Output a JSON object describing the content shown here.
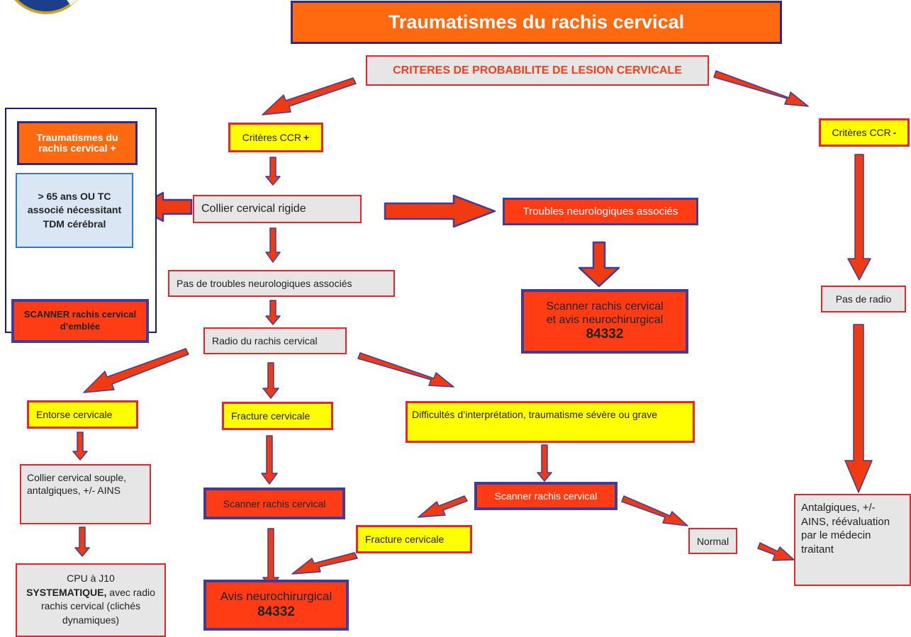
{
  "title": "Traumatismes du rachis cervical",
  "criteres": "CRITERES DE PROBABILITE DE LESION CERVICALE",
  "ccr_plus": {
    "text": "Critères CCR ",
    "sign": "+"
  },
  "ccr_minus": {
    "text": "Critères CCR ",
    "sign": "-"
  },
  "collier_rigide": "Collier cervical rigide",
  "troubles_associes": "Troubles neurologiques associés",
  "scanner_avis": {
    "line1": "Scanner rachis cervical",
    "line2": "et avis neurochirurgical",
    "code": "84332"
  },
  "pas_troubles": "Pas de troubles neurologiques associés",
  "radio": "Radio du rachis cervical",
  "entorse": "Entorse cervicale",
  "fracture1": "Fracture cervicale",
  "difficultes": "Difficultés d’interprétation, traumatisme sévère ou grave",
  "collier_souple": "Collier cervical souple, antalgiques, +/- AINS",
  "cpu": {
    "line1": "CPU à J10",
    "bold": "SYSTEMATIQUE,",
    "rest": " avec radio rachis cervical (clichés dynamiques)"
  },
  "scanner_rachis1": "Scanner rachis cervical",
  "scanner_rachis2": "Scanner rachis cervical",
  "fracture2": "Fracture cervicale",
  "normal": "Normal",
  "avis_neuro": {
    "line1": "Avis neurochirurgical",
    "code": "84332"
  },
  "pas_radio": "Pas de radio",
  "antalgiques": "Antalgiques, +/- AINS, réévaluation par le médecin traitant",
  "side_panel": {
    "header": "Traumatismes du rachis cervical +",
    "condition": "> 65 ans OU TC associé nécessitant TDM cérébral",
    "scanner": "SCANNER rachis cervical d’emblée"
  },
  "colors": {
    "arrow_fill": "#ef3a12",
    "arrow_stroke": "#3e3e9a",
    "title_fill": "#ff6a10",
    "highlight": "#ffff00"
  }
}
